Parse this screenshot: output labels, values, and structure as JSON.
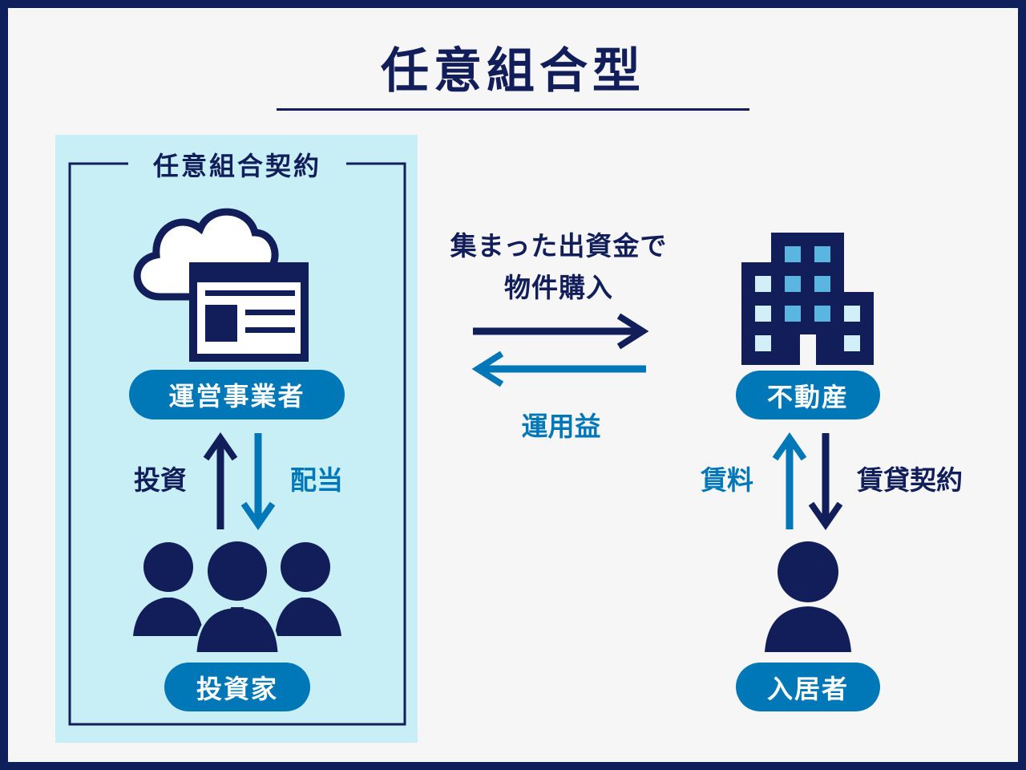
{
  "title": "任意組合型",
  "contract_box": {
    "label": "任意組合契約"
  },
  "nodes": {
    "operator": "運営事業者",
    "investors": "投資家",
    "real_estate": "不動産",
    "tenant": "入居者"
  },
  "flows": {
    "invest": "投資",
    "dividend": "配当",
    "purchase_line1": "集まった出資金で",
    "purchase_line2": "物件購入",
    "returns": "運用益",
    "rent": "賃料",
    "lease": "賃貸契約"
  },
  "colors": {
    "navy": "#111e5a",
    "blue": "#0077b6",
    "light_bg": "#c8eef6",
    "window_light": "#d2eef7",
    "window_mid": "#5ab6e0"
  }
}
